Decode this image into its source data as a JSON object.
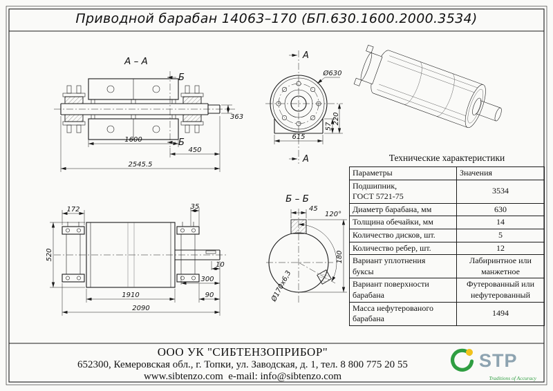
{
  "title": "Приводной барабан 14063–170 (БП.630.1600.2000.3534)",
  "views": {
    "section_aa": {
      "label": "А – А",
      "marker": "Б",
      "dim_drum_length": "1600",
      "dim_450": "450",
      "dim_363": "363",
      "dim_total": "2545.5"
    },
    "end_view": {
      "marker": "А",
      "dim_diameter": "Ø630",
      "dim_width": "615",
      "dim_57": "57",
      "dim_220": "220"
    },
    "side_view": {
      "dim_172": "172",
      "dim_35": "35",
      "dim_520": "520",
      "dim_1910": "1910",
      "dim_90": "90",
      "dim_2090": "2090",
      "dim_300": "300",
      "dim_10": "10"
    },
    "section_bb": {
      "label": "Б – Б",
      "dim_45": "45",
      "dim_angle": "120°",
      "dim_180": "180",
      "dim_tube": "Ø170х6,3"
    }
  },
  "table": {
    "title": "Технические характеристики",
    "headers": {
      "param": "Параметры",
      "value": "Значения"
    },
    "rows": [
      {
        "param": "Подшипник,\nГОСТ 5721-75",
        "value": "3534"
      },
      {
        "param": "Диаметр барабана, мм",
        "value": "630"
      },
      {
        "param": "Толщина обечайки, мм",
        "value": "14"
      },
      {
        "param": "Количество дисков, шт.",
        "value": "5"
      },
      {
        "param": "Количество ребер, шт.",
        "value": "12"
      },
      {
        "param": "Вариант уплотнения\nбуксы",
        "value": "Лабиринтное или\nманжетное"
      },
      {
        "param": "Вариант поверхности\nбарабана",
        "value": "Футерованный или\nнефутерованный"
      },
      {
        "param": "Масса нефутерованого\nбарабана",
        "value": "1494"
      }
    ]
  },
  "footer": {
    "company": "ООО УК \"СИБТЕНЗОПРИБОР\"",
    "address": "652300, Кемеровская обл., г. Топки, ул. Заводская, д. 1, тел. 8 800 775 20 55",
    "web": "www.sibtenzo.com  e-mail: info@sibtenzo.com"
  },
  "logo": {
    "text": "STP",
    "tagline": "Traditions of Accuracy",
    "green": "#2f9e41",
    "yellow": "#f2c21c",
    "gray": "#8da3b0"
  }
}
